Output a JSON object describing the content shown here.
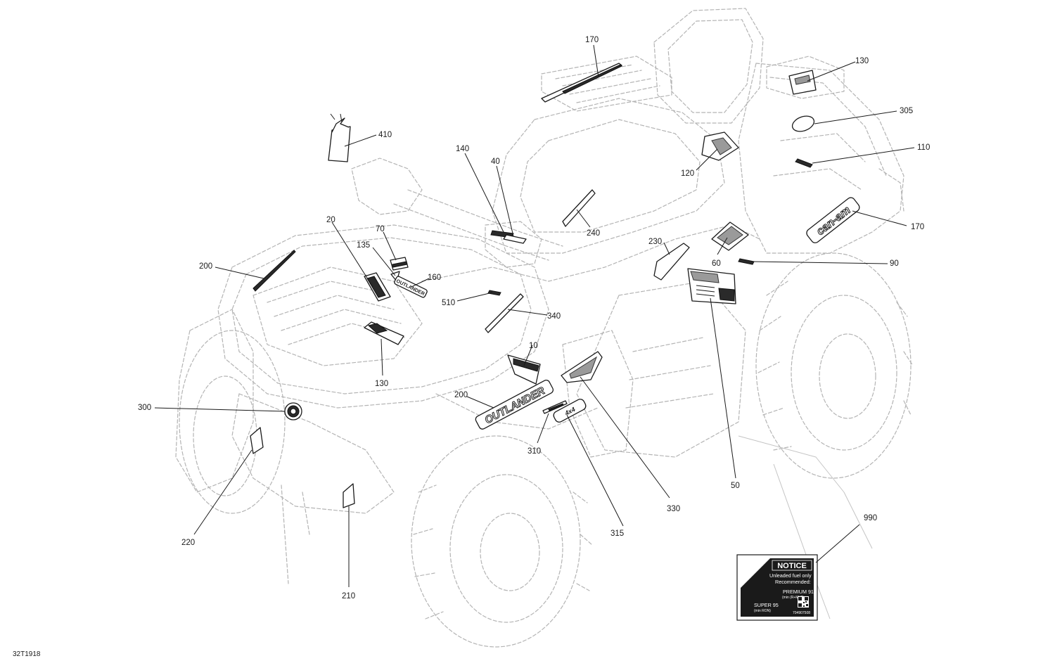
{
  "figure_id": "32T1918",
  "callouts": {
    "c170_top": "170",
    "c130_top": "130",
    "c305": "305",
    "c110": "110",
    "c410": "410",
    "c140": "140",
    "c40": "40",
    "c120": "120",
    "c170_side": "170",
    "c240": "240",
    "c20": "20",
    "c70": "70",
    "c135": "135",
    "c160": "160",
    "c230": "230",
    "c60": "60",
    "c90": "90",
    "c200_top": "200",
    "c510": "510",
    "c340": "340",
    "c10": "10",
    "c130_mid": "130",
    "c300": "300",
    "c200_mid": "200",
    "c310": "310",
    "c330": "330",
    "c50": "50",
    "c315": "315",
    "c220": "220",
    "c210": "210",
    "c990": "990"
  },
  "decal_text": {
    "brand_logo": "can-am",
    "model_name": "OUTLANDER",
    "tank_label": "OUTLANDER",
    "engine_badge": "4x4"
  },
  "notice_label": {
    "title": "NOTICE",
    "line1": "Unleaded fuel only",
    "line2": "Recommended:",
    "grade1": "PREMIUM 91",
    "grade1_note": "(min (R+M)/2)",
    "grade2": "SUPER 95",
    "grade2_note": "(min RON)",
    "part_number": "704907508"
  },
  "colors": {
    "line": "#1a1a1a",
    "ghost_outline": "#b4b4b4",
    "background": "#ffffff"
  }
}
